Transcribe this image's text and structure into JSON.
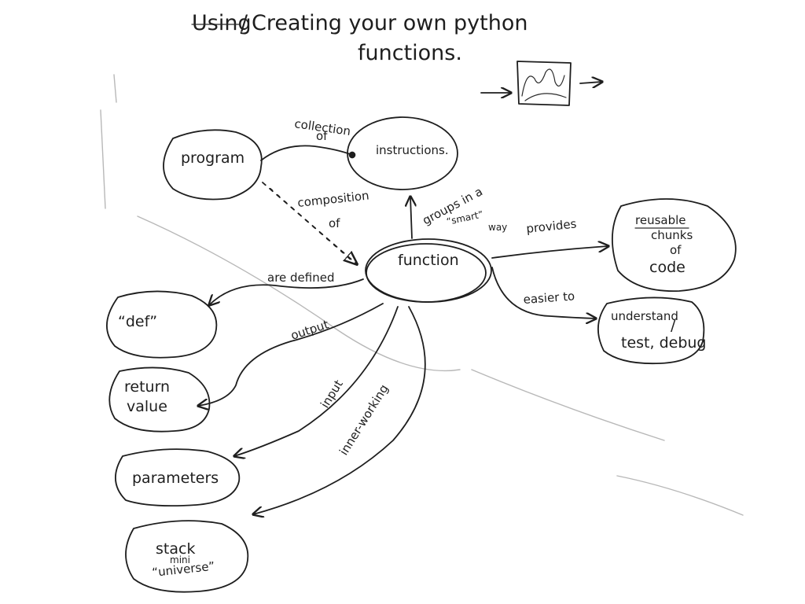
{
  "title": {
    "struck_word": "Using",
    "slash": "/",
    "line1": "Creating your own python",
    "line2": "functions."
  },
  "nodes": {
    "program": "program",
    "instructions": "instructions.",
    "function": "function",
    "def": "“def”",
    "return_line1": "return",
    "return_line2": "value",
    "parameters": "parameters",
    "stack": "stack",
    "stack_mini": "mini",
    "stack_universe": "“universe”",
    "reusable_line1": "reusable",
    "reusable_line2": "chunks",
    "reusable_line3": "of",
    "reusable_line4": "code",
    "understand_line1": "understand",
    "understand_slash": "/",
    "understand_line2": "test, debug"
  },
  "edges": {
    "collection_line1": "collection",
    "collection_line2": "of",
    "composition_line1": "composition",
    "composition_line2": "of",
    "groups_line1": "groups in a",
    "groups_line2": "“smart”",
    "groups_line3": "way",
    "are_defined": "are defined",
    "output": "output",
    "input": "input",
    "inner_working": "inner-working",
    "provides": "provides",
    "easier_to": "easier to"
  }
}
